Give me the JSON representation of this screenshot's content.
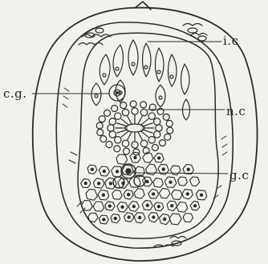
{
  "figure": {
    "labels": {
      "ic": "i.c",
      "cg": "c.g.",
      "nc": "n.c",
      "gc": "g.c"
    },
    "colors": {
      "paper": "#f3f1ec",
      "ink": "#2a2a2a"
    }
  }
}
